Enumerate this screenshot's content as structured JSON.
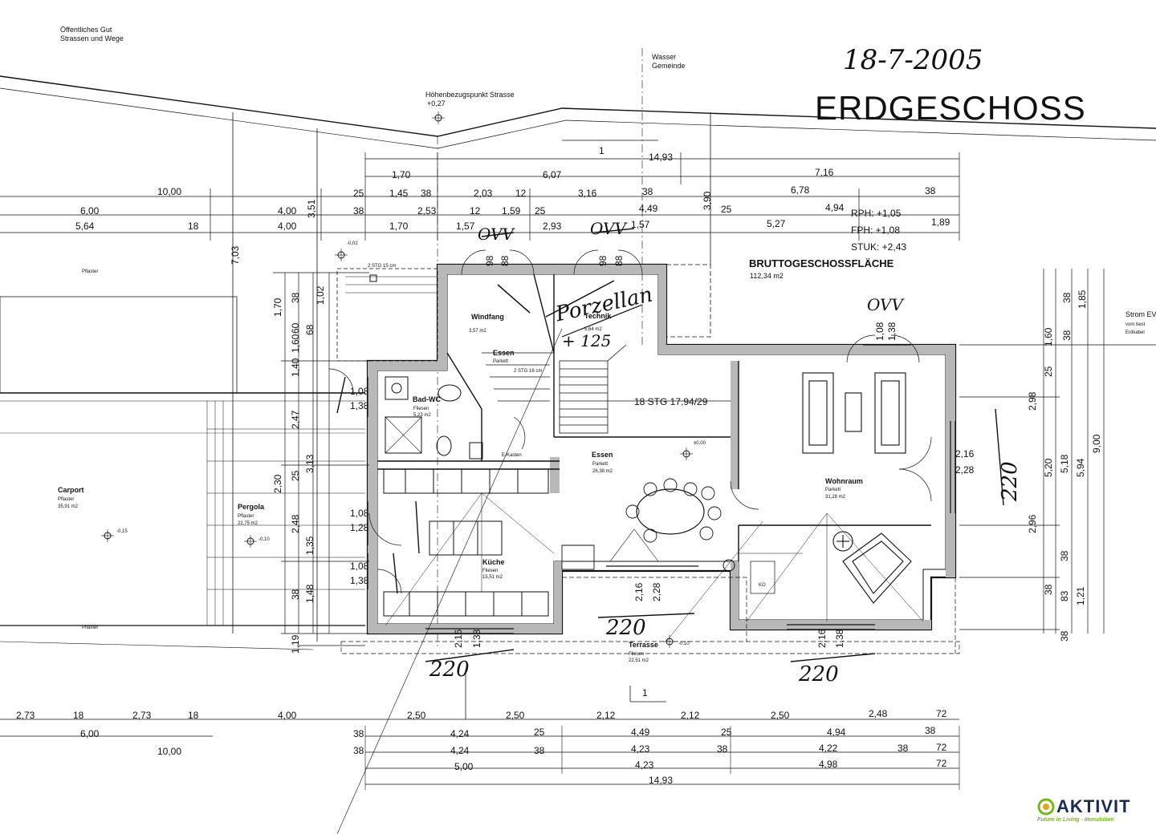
{
  "header": {
    "title": "ERDGESCHOSS",
    "handwritten_date": "18-7-2005",
    "top_left_line1": "Öffentliches Gut",
    "top_left_line2": "Strassen und Wege",
    "wasser_line1": "Wasser",
    "wasser_line2": "Gemeinde",
    "hoehen_label": "Höhenbezugspunkt Strasse",
    "hoehen_value": "+0,27"
  },
  "levels": {
    "rph": "RPH: +1,05",
    "fph": "FPH: +1,08",
    "stuk": "STUK: +2,43"
  },
  "area": {
    "label": "BRUTTOGESCHOSSFLÄCHE",
    "value": "112,34 m2"
  },
  "strom": {
    "line1": "Strom EV",
    "line2": "vom best",
    "line3": "Erdkabel"
  },
  "rooms": {
    "windfang": {
      "name": "Windfang",
      "detail": "3,57 m2"
    },
    "technik": {
      "name": "Technik",
      "detail": "5,64 m2"
    },
    "bad": {
      "name": "Bad-WC",
      "detail": "Fliesen",
      "area": "5,23 m2"
    },
    "essen_small": {
      "name": "Essen",
      "detail": "Parkett"
    },
    "essen": {
      "name": "Essen",
      "detail": "Parkett",
      "area": "26,38 m2"
    },
    "kueche": {
      "name": "Küche",
      "detail": "Fliesen",
      "area": "15,51 m2"
    },
    "wohnraum": {
      "name": "Wohnraum",
      "detail": "Parkett",
      "area": "31,28 m2"
    },
    "terrasse": {
      "name": "Terrasse",
      "detail": "Fliesen",
      "area": "22,51 m2"
    },
    "carport": {
      "name": "Carport",
      "detail": "Pflaster",
      "area": "35,91 m2"
    },
    "pergola": {
      "name": "Pergola",
      "detail": "Pflaster",
      "area": "22,75 m2"
    },
    "pflaster": "Pflaster",
    "pflaster2": "Pflaster",
    "ekasten": "E-Kasten",
    "ko": "KO"
  },
  "stairs": {
    "main": "18 STG 17,94/29",
    "entry": "2 STG 15 cm",
    "inner": "2 STG 16 cm"
  },
  "heights": {
    "h1": "-0,02",
    "h2": "±0,00",
    "h3": "-0,15",
    "h4": "-0,10",
    "h5": "-0,10"
  },
  "handwritten": {
    "ovv1": "OVV",
    "ovv2": "OVV",
    "ovv3": "OVV",
    "porzellan": "Porzellan",
    "porz_note": "+ 125",
    "n220_1": "220",
    "n220_2": "220",
    "n220_3": "220",
    "n220_4": "220"
  },
  "dims_top": {
    "r1_1": "1",
    "r1_2": "14,93",
    "r2_1": "1,70",
    "r2_2": "6,07",
    "r2_3": "7,16",
    "r3_1": "10,00",
    "r3_2": "25",
    "r3_3": "1,45",
    "r3_4": "38",
    "r3_5": "2,03",
    "r3_6": "12",
    "r3_7": "3,16",
    "r3_8": "38",
    "r3_9": "6,78",
    "r3_10": "38",
    "r4_1": "6,00",
    "r4_2": "4,00",
    "r4_3": "38",
    "r4_4": "2,53",
    "r4_5": "12",
    "r4_6": "1,59",
    "r4_7": "25",
    "r4_8": "4,49",
    "r4_9": "25",
    "r4_10": "4,94",
    "r5_1": "5,64",
    "r5_2": "18",
    "r5_3": "4,00",
    "r5_4": "1,70",
    "r5_5": "1,57",
    "r5_6": "2,93",
    "r5_7": "1,57",
    "r5_8": "5,27",
    "r5_9": "1,89",
    "v_390": "3,90",
    "v_351": "3,51",
    "v_703": "7,03"
  },
  "dims_bottom": {
    "b1_1": "2,73",
    "b1_2": "18",
    "b1_3": "2,73",
    "b1_4": "18",
    "b1_5": "4,00",
    "b1_6": "2,50",
    "b1_7": "2,50",
    "b1_8": "2,12",
    "b1_9": "2,12",
    "b1_10": "2,50",
    "b1_11": "2,48",
    "b1_12": "72",
    "b2_1": "6,00",
    "b2_2": "38",
    "b2_3": "4,24",
    "b2_4": "25",
    "b2_5": "4,49",
    "b2_6": "25",
    "b2_7": "4,94",
    "b2_8": "38",
    "b3_1": "10,00",
    "b3_2": "38",
    "b3_3": "4,24",
    "b3_4": "38",
    "b3_5": "4,23",
    "b3_6": "38",
    "b3_7": "4,22",
    "b3_8": "38",
    "b3_9": "72",
    "b4_1": "5,00",
    "b4_2": "4,23",
    "b4_3": "4,98",
    "b4_4": "72",
    "b5_1": "14,93",
    "one": "1"
  },
  "dims_left": {
    "l1": "1,70",
    "l2": "38",
    "l3": "1,02",
    "l4": "60",
    "l5": "1,60",
    "l6": "68",
    "l7": "1,40",
    "l8": "2,47",
    "l9": "3,13",
    "l10": "25",
    "l11": "2,30",
    "l12": "2,48",
    "l13": "1,35",
    "l14": "38",
    "l15": "1,48",
    "l16": "1,19",
    "w1": "1,08",
    "w2": "1,38",
    "w3": "1,08",
    "w4": "1,28",
    "w5": "1,08",
    "w6": "1,38"
  },
  "dims_right": {
    "r1": "1,85",
    "r2": "38",
    "r3": "1,60",
    "r4": "38",
    "r5": "25",
    "r6": "2,98",
    "r7": "5,20",
    "r8": "5,18",
    "r9": "5,94",
    "r10": "9,00",
    "r11": "2,96",
    "r12": "38",
    "r13": "38",
    "r14": "83",
    "r15": "1,21",
    "r16": "38",
    "w1": "2,16",
    "w2": "2,28",
    "win_a": "1,08",
    "win_b": "1,38"
  },
  "dims_windows": {
    "k1": "2,16",
    "k2": "1,38",
    "t1": "2,16",
    "t2": "2,28",
    "w1": "2,16",
    "w2": "1,38",
    "d98a": "98",
    "d88a": "88",
    "d98b": "98",
    "d88b": "88"
  },
  "logo": {
    "brand": "AKTIVIT",
    "tagline": "Future in Living - Immobilien"
  }
}
